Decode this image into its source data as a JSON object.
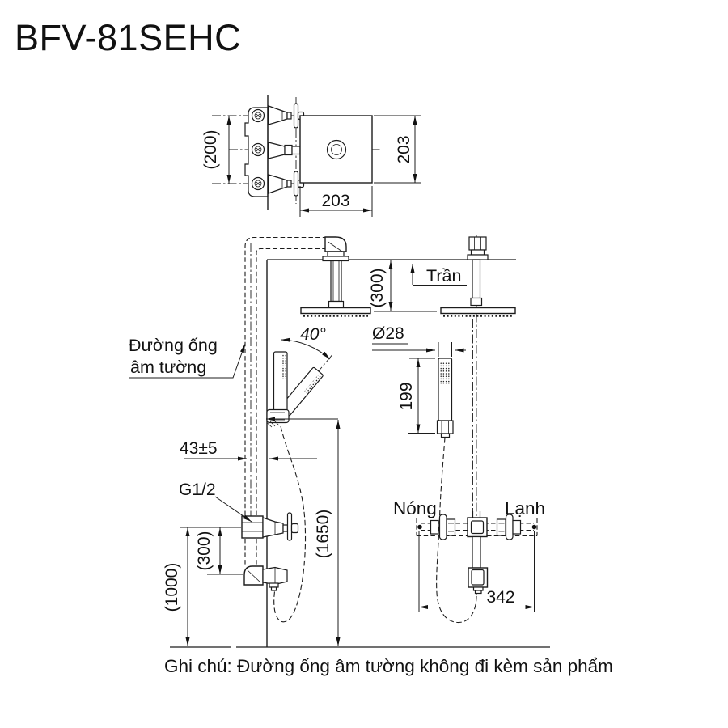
{
  "title": "BFV-81SEHC",
  "note": "Ghi chú: Đường ống âm tường không đi kèm sản phẩm",
  "labels": {
    "concealed_pipe_1": "Đường ống",
    "concealed_pipe_2": "âm tường",
    "ceiling": "Trần",
    "hot": "Nóng",
    "cold": "Lạnh",
    "thread_size": "G1/2"
  },
  "dims": {
    "port_spacing": "(200)",
    "plate_width": "203",
    "plate_height": "203",
    "ceiling_to_head": "(300)",
    "swivel_angle": "40°",
    "handshower_dia": "Ø28",
    "handshower_len": "199",
    "pipe_offset": "43±5",
    "valve_to_spout": "(300)",
    "valve_height": "(1000)",
    "bracket_height": "(1650)",
    "body_width": "342"
  },
  "colors": {
    "ink": "#111111",
    "paper": "#ffffff"
  }
}
